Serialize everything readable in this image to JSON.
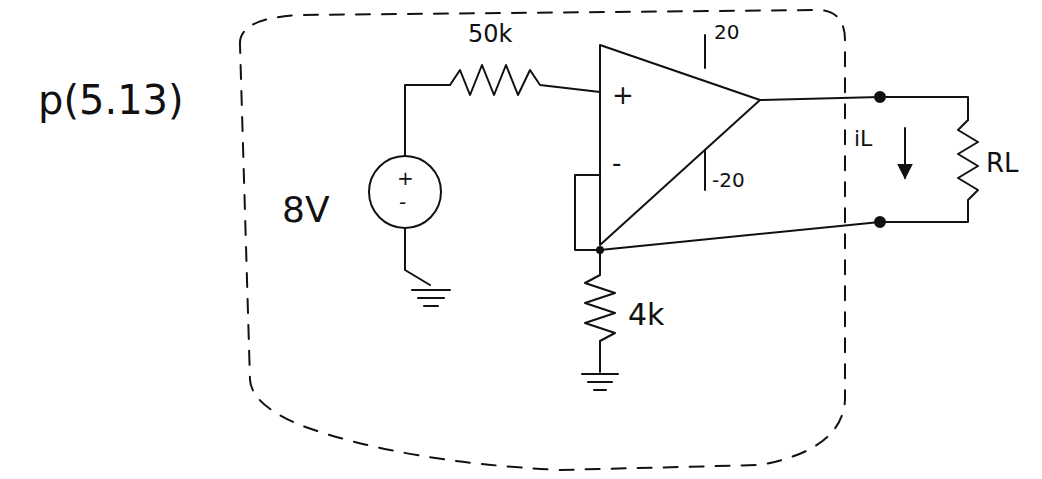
{
  "diagram": {
    "labels": [
      "p(5.13)",
      "50k",
      "20",
      "+",
      "-",
      "-20",
      "8V",
      "+",
      "-",
      "iL",
      "RL",
      "4k"
    ]
  }
}
